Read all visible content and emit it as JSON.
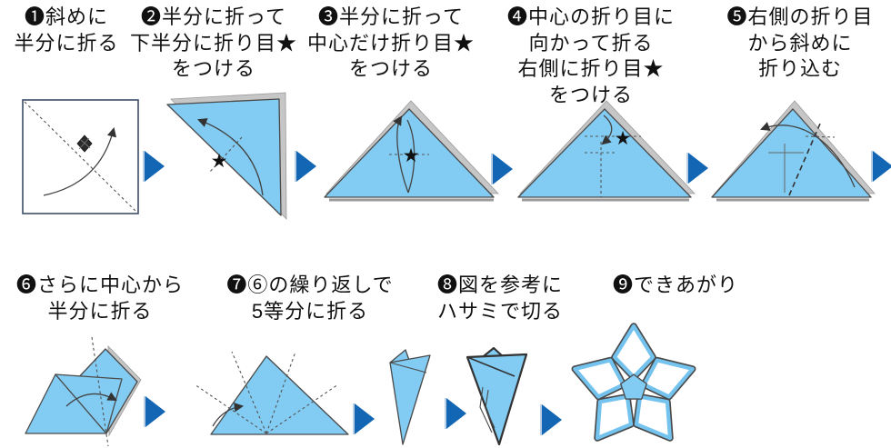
{
  "steps": [
    {
      "label": "❶斜めに\n半分に折る"
    },
    {
      "label": "❷半分に折って\n下半分に折り目★\nをつける"
    },
    {
      "label": "❸半分に折って\n中心だけ折り目★\nをつける"
    },
    {
      "label": "❹中心の折り目に\n向かって折る\n右側に折り目★\nをつける"
    },
    {
      "label": "❺右側の折り目\nから斜めに\n折り込む"
    },
    {
      "label": "❻さらに中心から\n半分に折る"
    },
    {
      "label": "❼⑥の繰り返しで\n5等分に折る"
    },
    {
      "label": "❽図を参考に\nハサミで切る"
    },
    {
      "label": "❾できあがり"
    }
  ],
  "symbols": {
    "star": "★"
  },
  "colors": {
    "paper_blue": "#82CBF2",
    "outline_gray": "#4a4a4a",
    "next_arrow_blue": "#1266B3",
    "square_border": "#3D4E66",
    "shadow_gray": "#c6c6c6"
  }
}
